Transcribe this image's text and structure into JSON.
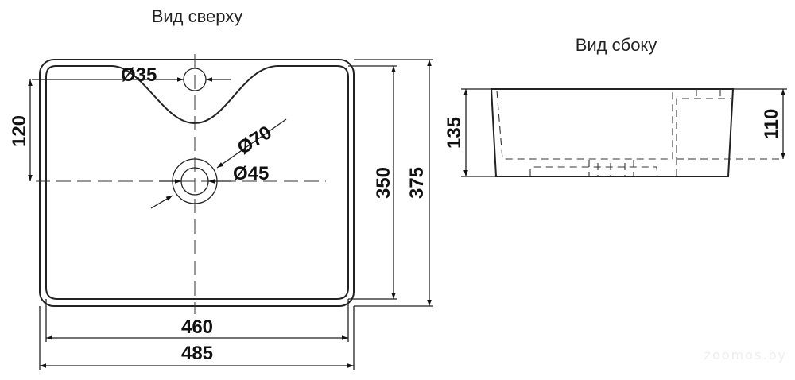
{
  "top_view": {
    "title": "Вид сверху",
    "tap_hole_diameter": "Ø35",
    "overflow_outer_diameter": "Ø70",
    "drain_diameter": "Ø45",
    "tap_to_drain": "120",
    "inner_depth": "350",
    "outer_depth": "375",
    "inner_width": "460",
    "outer_width": "485"
  },
  "side_view": {
    "title": "Вид сбоку",
    "total_height": "135",
    "bowl_depth": "110"
  },
  "watermark": "zoomos.by"
}
